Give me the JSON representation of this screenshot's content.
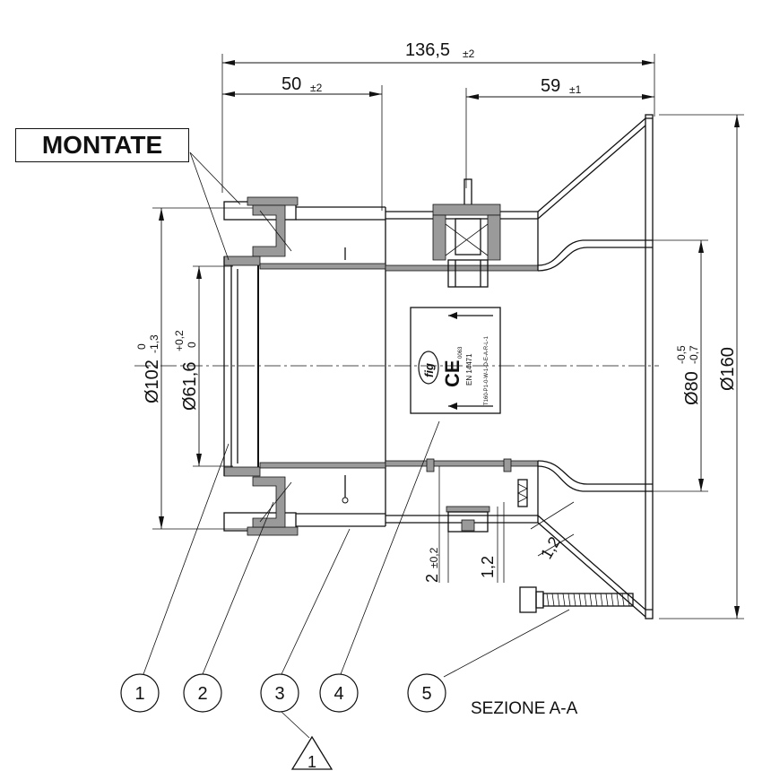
{
  "label": "MONTATE",
  "section_title": "SEZIONE A-A",
  "dimensions": {
    "overall_length": "136,5",
    "overall_length_tol": "±2",
    "left_length": "50",
    "left_length_tol": "±2",
    "right_length": "59",
    "right_length_tol": "±1",
    "dia_outer_left": "Ø102",
    "dia_outer_left_tol_top": "0",
    "dia_outer_left_tol_bottom": "-1,3",
    "dia_inner_left": "Ø61,6",
    "dia_inner_left_tol_top": "+0,2",
    "dia_inner_left_tol_bottom": "0",
    "dia_right_inner": "Ø80",
    "dia_right_inner_tol_top": "-0,5",
    "dia_right_inner_tol_bottom": "-0,7",
    "dia_flange": "Ø160",
    "gap": "2",
    "gap_tol": "±0,2",
    "thickness_a": "1,2",
    "thickness_b": "1,2"
  },
  "callouts": [
    "1",
    "2",
    "3",
    "4",
    "5"
  ],
  "revision_triangle": "1",
  "nameplate": {
    "logo": "fig",
    "ce_mark": "CE",
    "lines": [
      "EN 14471",
      "T160-P1-0-W-1-O-E-A-R-L-1",
      "0063"
    ]
  }
}
